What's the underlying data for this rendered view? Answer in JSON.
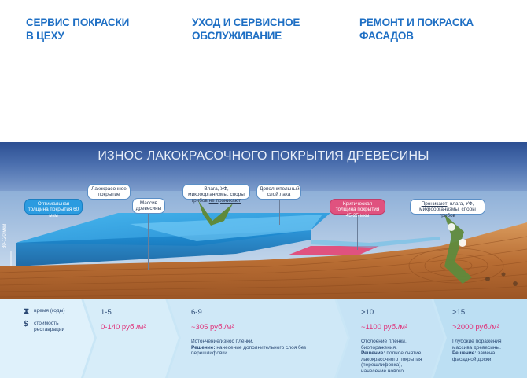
{
  "services": [
    {
      "line1": "СЕРВИС ПОКРАСКИ",
      "line2": "В ЦЕХУ"
    },
    {
      "line1": "УХОД И СЕРВИСНОЕ",
      "line2": "ОБСЛУЖИВАНИЕ"
    },
    {
      "line1": "РЕМОНТ И ПОКРАСКА",
      "line2": "ФАСАДОВ"
    }
  ],
  "banner_title": "ИЗНОС ЛАКОКРАСОЧНОГО ПОКРЫТИЯ ДРЕВЕСИНЫ",
  "callouts": {
    "optimal_thickness": "Оптимальная толщина покрытия 60 мкм",
    "paint_coating": "Лакокрасочное покрытие",
    "wood_mass": "Массив древесины",
    "weather": "Влага, УФ, микроорганизмы, споры грибов",
    "weather_no": "не проникают",
    "extra_layer": "Дополнительный слой лака",
    "critical_thickness": "Критическая толщина покрытия 45-25 мкм",
    "penetrate_label": "Проникают",
    "penetrate_rest": ": влага, УФ, микроорганизмы, споры грибов",
    "layer_thickness": "80-120 мкм"
  },
  "legend": {
    "time_icon": "hourglass-icon",
    "time_label": "время (годы)",
    "cost_icon": "dollar-icon",
    "cost_label": "стоимость реставрации"
  },
  "stages": [
    {
      "years": "1-5",
      "cost": "0-140 руб./м²",
      "desc_main": "",
      "desc_bold": "",
      "desc_rest": ""
    },
    {
      "years": "6-9",
      "cost": "~305 руб./м²",
      "desc_main": "Истончение/износ плёнки.",
      "desc_bold": "Решение:",
      "desc_rest": " нанесение дополнительного слоя без перешлифовки"
    },
    {
      "years": ">10",
      "cost": "~1100 руб./м²",
      "desc_main": "Отслоение плёнки, биопоражения.",
      "desc_bold": "Решение:",
      "desc_rest": " полное снятие лакокрасочного покрытия (перешлифовка), нанесение нового."
    },
    {
      "years": ">15",
      "cost": ">2000 руб./м²",
      "desc_main": "Глубокие поражения массива древесины.",
      "desc_bold": "Решение:",
      "desc_rest": " замена фасадной доски."
    }
  ],
  "colors": {
    "header_blue": "#1e6fc4",
    "banner_dark": "#2c4f92",
    "coating_blue": "#2ba3e6",
    "wood": "#c47a3e",
    "cost_pink": "#e0327a",
    "strip_light": "#c9e6f6",
    "arrow_green": "#5f8a3c"
  }
}
